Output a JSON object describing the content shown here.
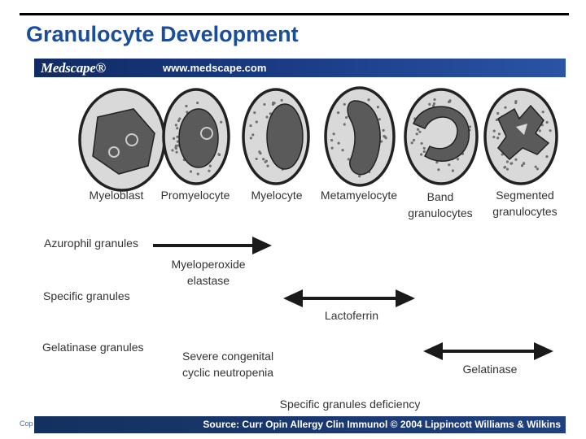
{
  "slide": {
    "title": "Granulocyte Development",
    "copyright_fragment": "Cop"
  },
  "figure": {
    "brand": "Medscape®",
    "brand_url": "www.medscape.com",
    "stages": [
      {
        "label": "Myeloblast"
      },
      {
        "label": "Promyelocyte"
      },
      {
        "label": "Myelocyte"
      },
      {
        "label": "Metamyelocyte"
      },
      {
        "label": "Band\ngranulocytes"
      },
      {
        "label": "Segmented\ngranulocytes"
      }
    ],
    "granules": [
      {
        "label": "Azurophil granules",
        "content": "Myeloperoxide\nelastase"
      },
      {
        "label": "Specific granules",
        "content": "Lactoferrin"
      },
      {
        "label": "Gelatinase granules",
        "content": "Gelatinase"
      }
    ],
    "deficiencies": [
      "Severe congenital\ncyclic neutropenia",
      "Specific granules deficiency"
    ],
    "source": "Source: Curr Opin Allergy Clin Immunol © 2004 Lippincott Williams & Wilkins"
  },
  "colors": {
    "title": "#1a4e9c",
    "banner": "#1c3f8a",
    "nucleus": "#5a5a5a",
    "cytoplasm": "#d9d9d9"
  }
}
